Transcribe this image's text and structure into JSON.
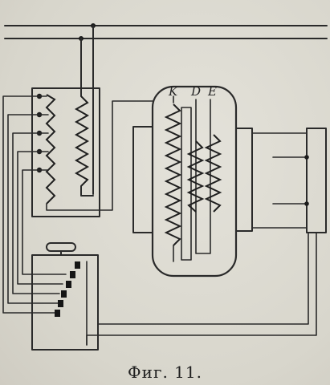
{
  "figure": {
    "caption": "Фиг. 11.",
    "coil_labels": {
      "k": "K",
      "d": "D",
      "e": "E"
    }
  }
}
